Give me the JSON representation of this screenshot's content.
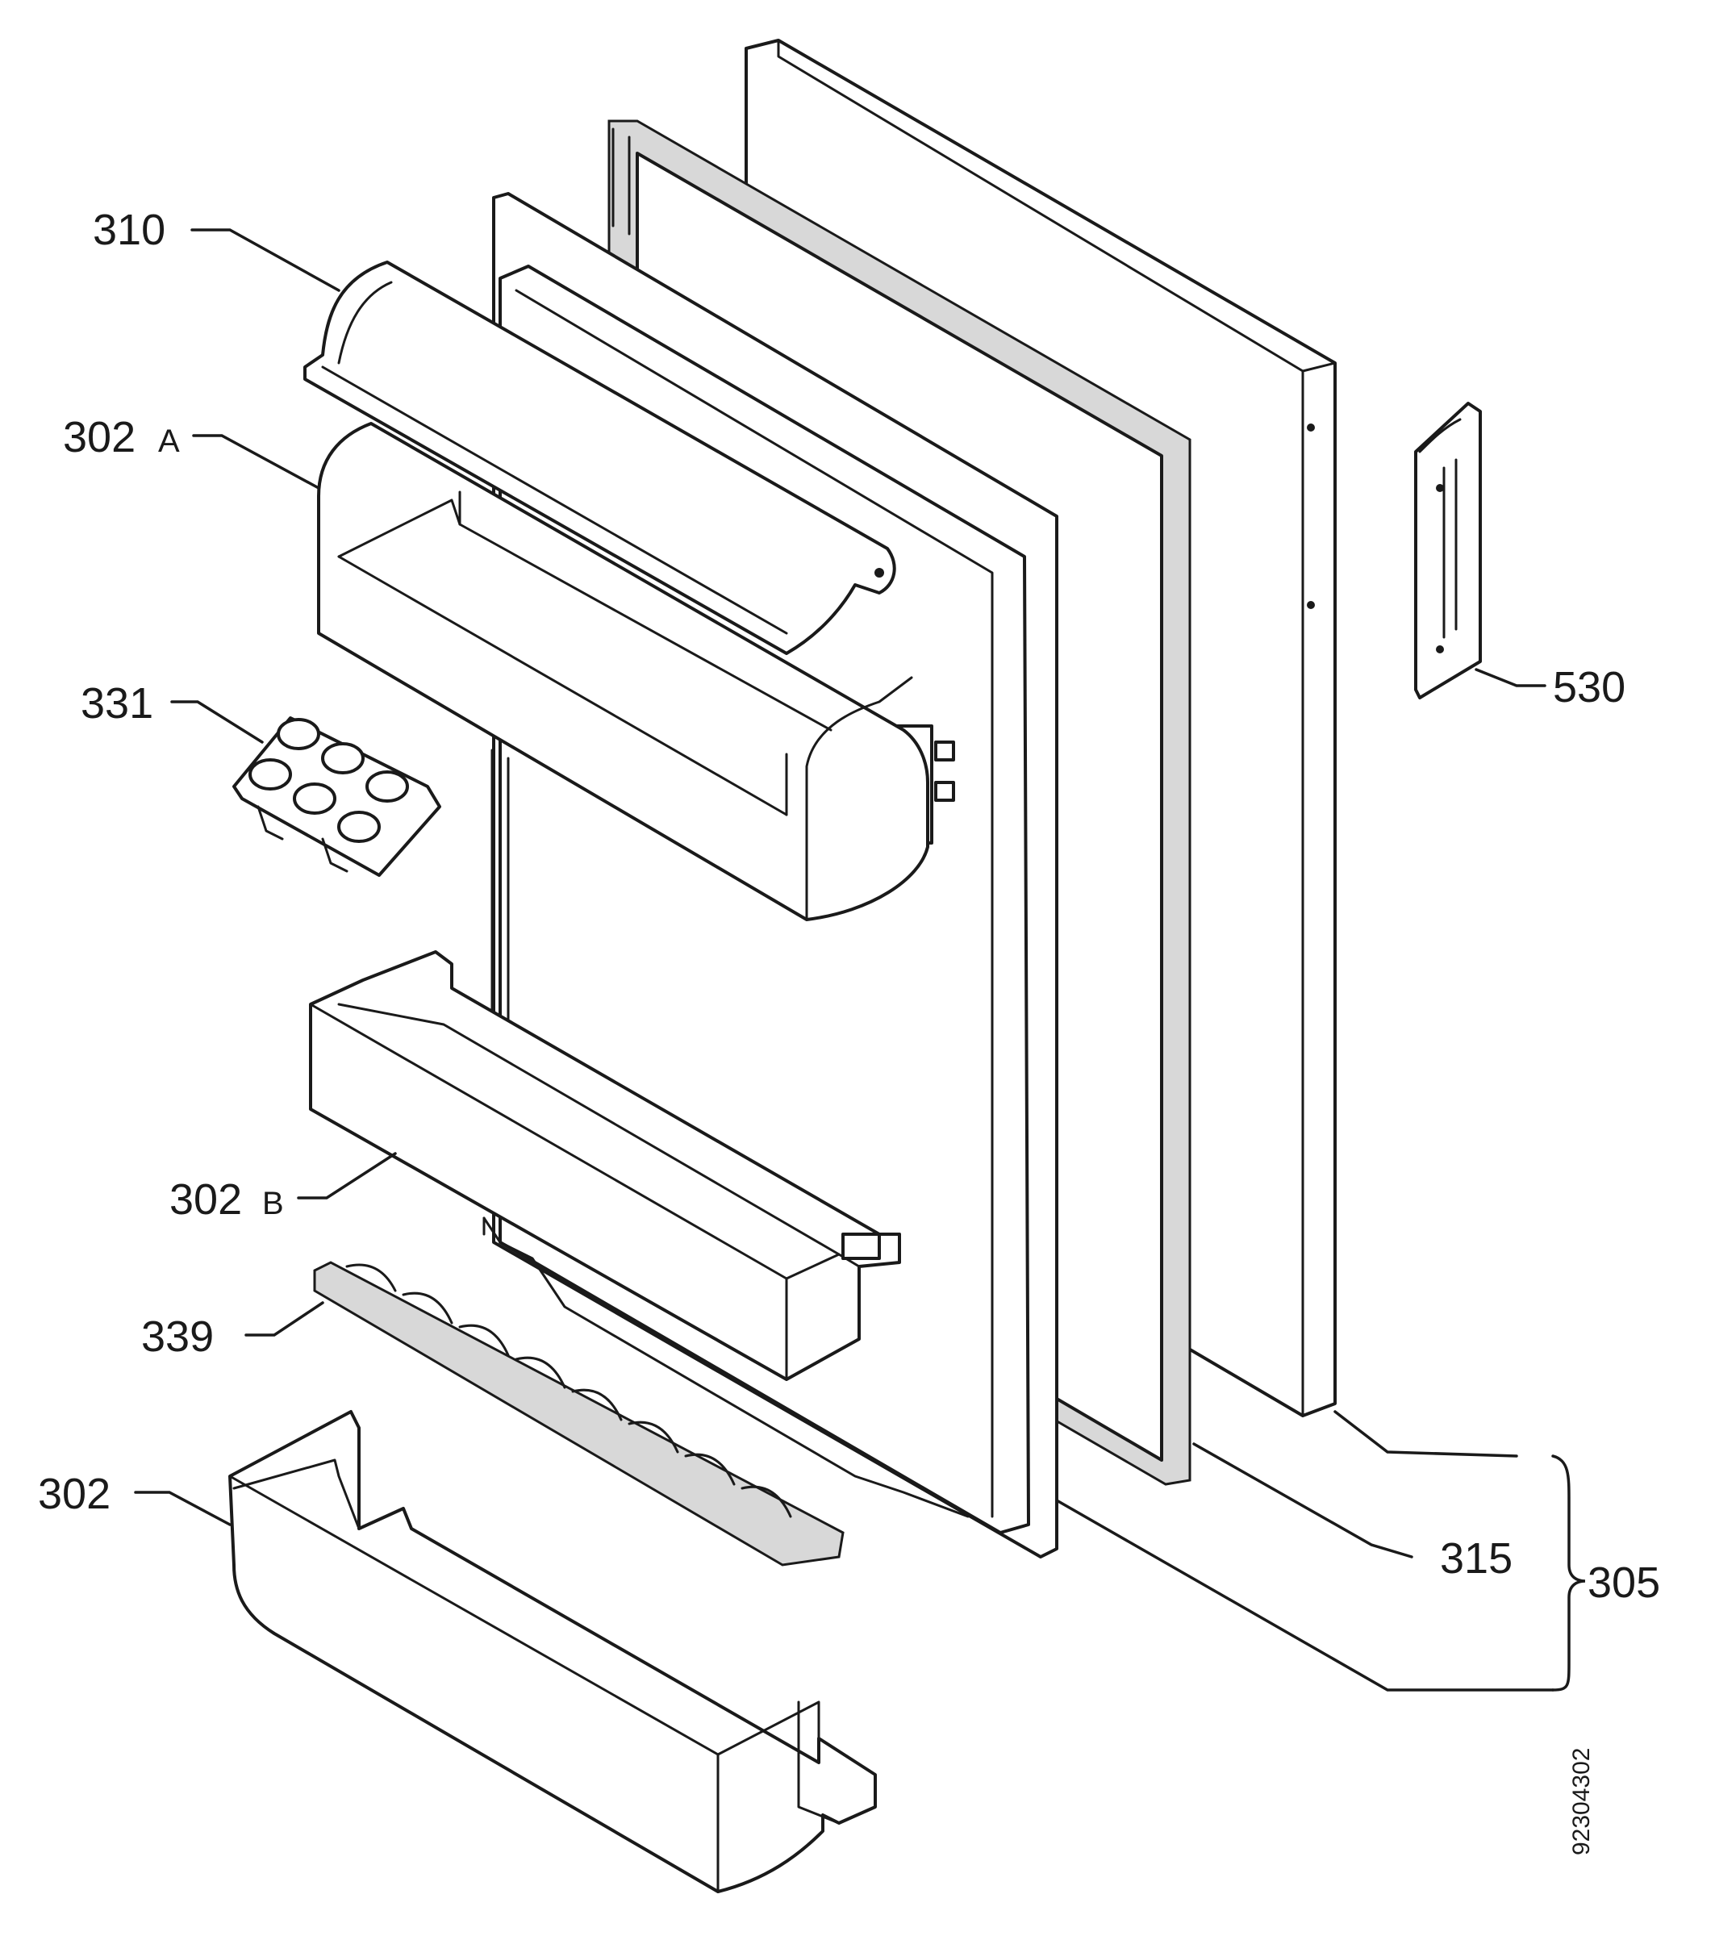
{
  "labels": {
    "part_310": "310",
    "part_302a_num": "302",
    "part_302a_suffix": "A",
    "part_331": "331",
    "part_302b_num": "302",
    "part_302b_suffix": "B",
    "part_339": "339",
    "part_302": "302",
    "part_530": "530",
    "part_315": "315",
    "part_305": "305"
  },
  "drawing_code": "92304302",
  "colors": {
    "line": "#1a1a1a",
    "background": "#ffffff",
    "gasket": "#d8d8d8"
  }
}
